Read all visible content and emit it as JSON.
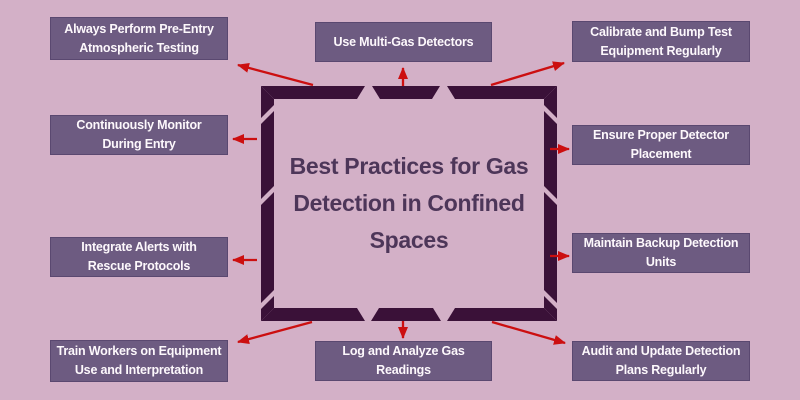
{
  "title": "Best Practices for Gas Detection in Confined Spaces",
  "center": {
    "lines": [
      "Best Practices for Gas",
      "Detection in Confined",
      "Spaces"
    ]
  },
  "colors": {
    "bg": "#d3b0c7",
    "box_fill": "#6d5b81",
    "box_edge": "#5a4870",
    "box_text": "#fdf8fc",
    "center_border": "#3a1138",
    "center_text": "#4d3659",
    "arrow": "#cc0f10"
  },
  "nodes": [
    {
      "id": "pre-entry-testing",
      "line1": "Always Perform Pre-Entry",
      "line2": "Atmospheric Testing"
    },
    {
      "id": "multi-gas-detectors",
      "line1": "Use Multi-Gas Detectors",
      "line2": ""
    },
    {
      "id": "calibrate-bump-test",
      "line1": "Calibrate and Bump Test",
      "line2": "Equipment Regularly"
    },
    {
      "id": "continuous-monitoring",
      "line1": "Continuously Monitor",
      "line2": "During Entry"
    },
    {
      "id": "detector-placement",
      "line1": "Ensure Proper Detector",
      "line2": "Placement"
    },
    {
      "id": "integrate-alerts",
      "line1": "Integrate Alerts with",
      "line2": "Rescue Protocols"
    },
    {
      "id": "backup-units",
      "line1": "Maintain Backup Detection",
      "line2": "Units"
    },
    {
      "id": "train-workers",
      "line1": "Train Workers on Equipment",
      "line2": "Use and Interpretation"
    },
    {
      "id": "log-readings",
      "line1": "Log and Analyze Gas",
      "line2": "Readings"
    },
    {
      "id": "audit-plans",
      "line1": "Audit and Update Detection",
      "line2": "Plans Regularly"
    }
  ]
}
